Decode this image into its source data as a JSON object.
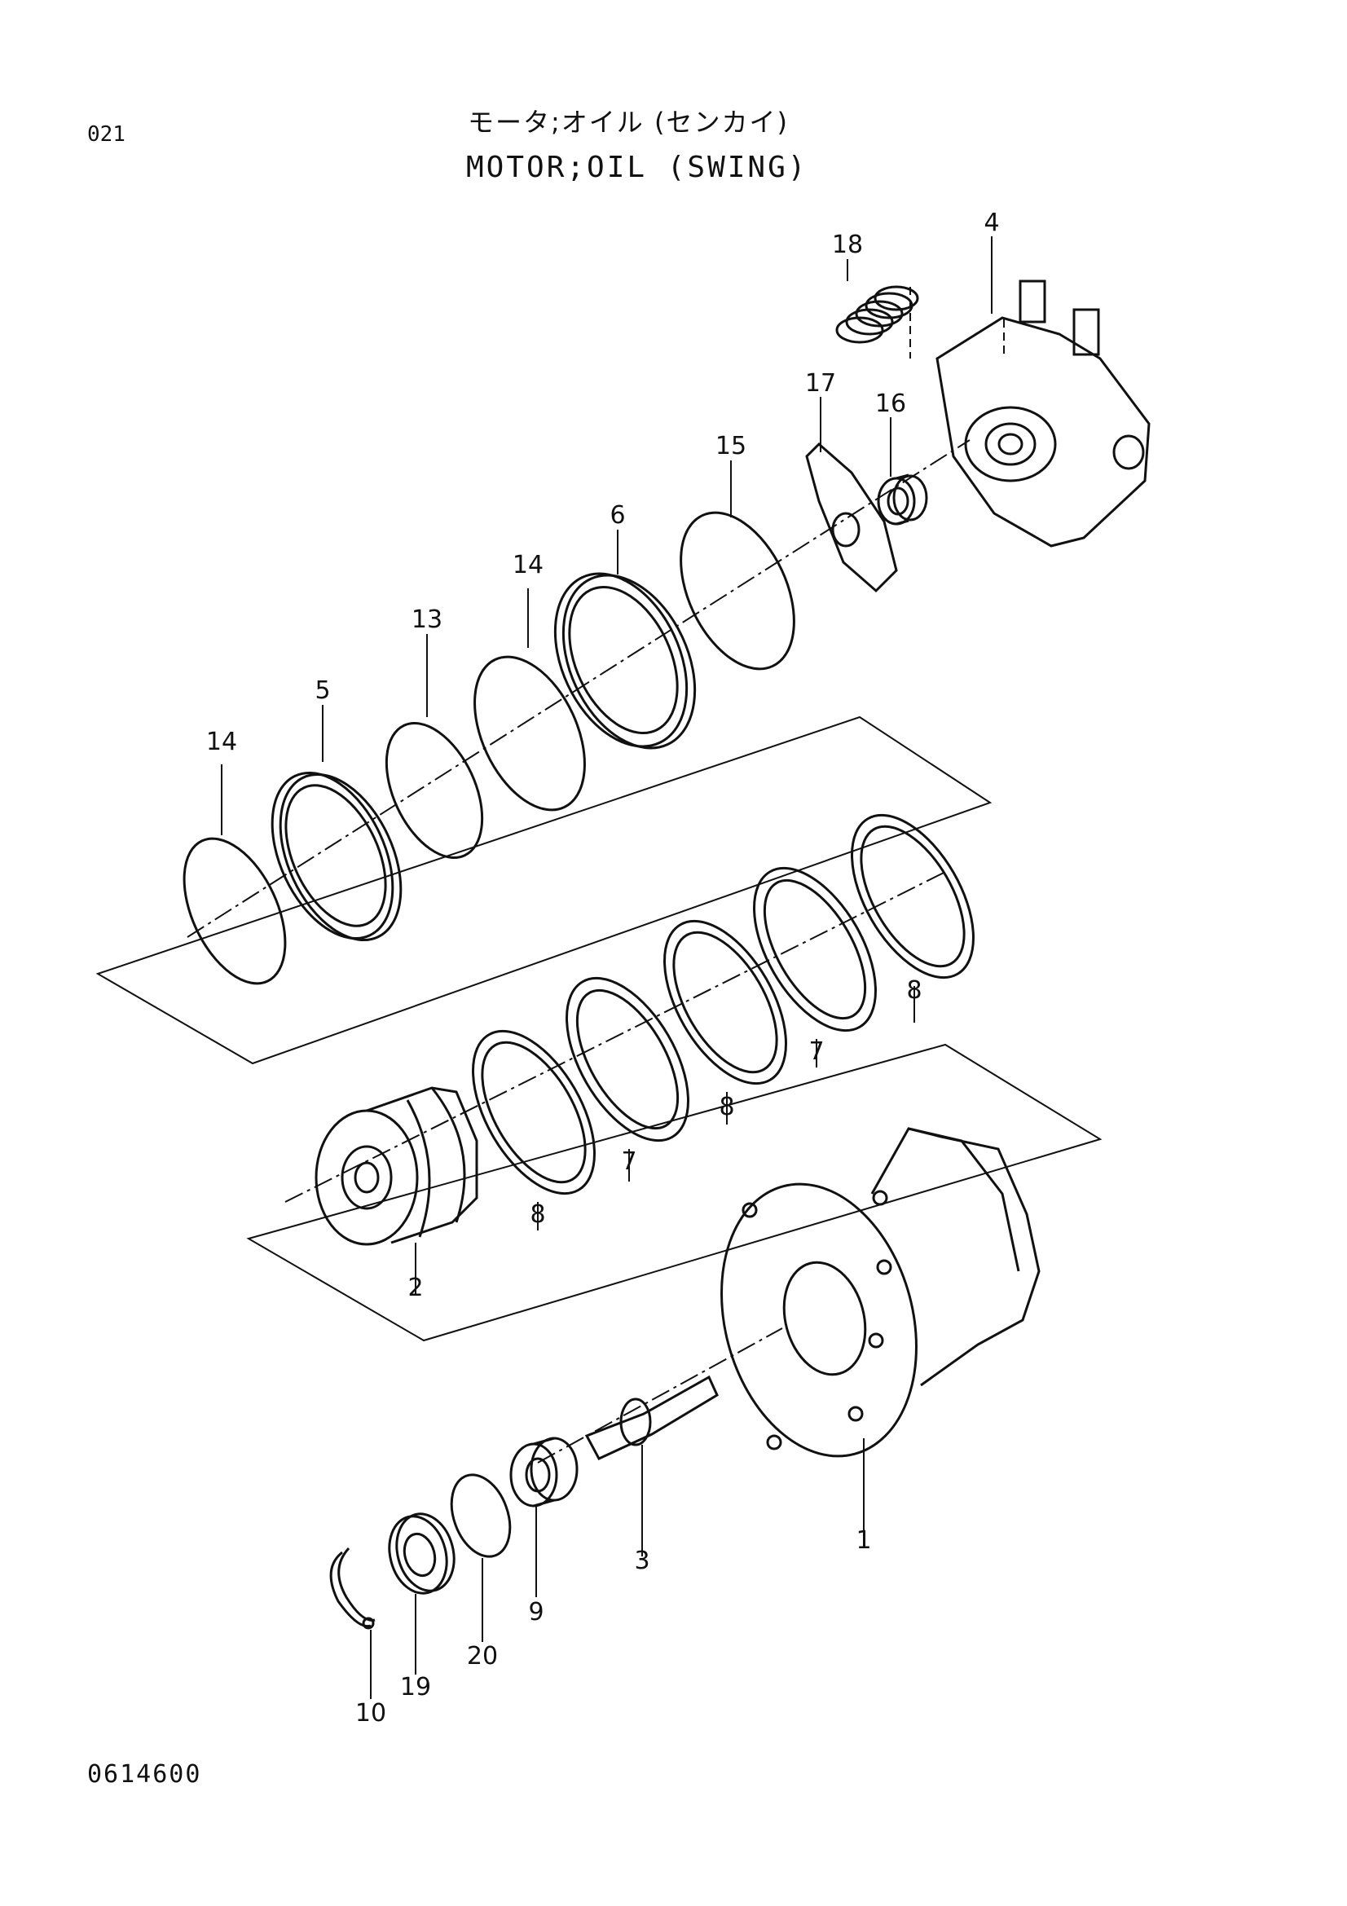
{
  "header": {
    "page_number": "021",
    "title_jp": "モータ;オイル (センカイ)",
    "title_en": "MOTOR;OIL (SWING)"
  },
  "footer": {
    "drawing_number": "0614600"
  },
  "callouts": {
    "c1": "1",
    "c2": "2",
    "c3": "3",
    "c4": "4",
    "c5": "5",
    "c6": "6",
    "c7a": "7",
    "c7b": "7",
    "c8a": "8",
    "c8b": "8",
    "c8c": "8",
    "c9": "9",
    "c10": "10",
    "c13": "13",
    "c14a": "14",
    "c14b": "14",
    "c15": "15",
    "c16": "16",
    "c17": "17",
    "c18": "18",
    "c19": "19",
    "c20": "20"
  },
  "colors": {
    "ink": "#111111",
    "paper": "#ffffff"
  }
}
